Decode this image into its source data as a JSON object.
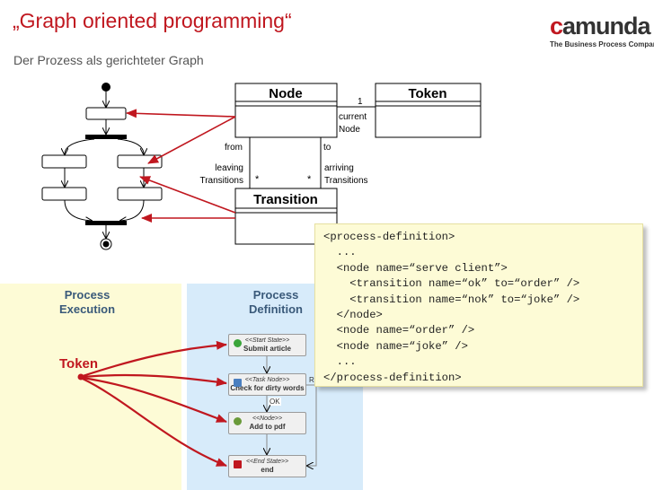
{
  "slide": {
    "title": "„Graph oriented programming“",
    "subtitle": "Der Prozess als gerichteter Graph"
  },
  "logo": {
    "first_letter": "c",
    "rest": "amunda",
    "tagline": "The Business Process Company"
  },
  "uml": {
    "node_class": "Node",
    "token_class": "Token",
    "transition_class": "Transition",
    "from_label": "from",
    "to_label": "to",
    "leaving_label": [
      "leaving",
      "Transitions"
    ],
    "arriving_label": [
      "arriving",
      "Transitions"
    ],
    "star_left": "*",
    "star_right": "*",
    "multiplicity_one": "1",
    "current_node_label": [
      "current",
      "Node"
    ]
  },
  "panels": {
    "execution_label": [
      "Process",
      "Execution"
    ],
    "definition_label": [
      "Process",
      "Definition"
    ],
    "token_label": "Token"
  },
  "workflow": {
    "nodes": [
      {
        "stereotype": "<<Start State>>",
        "name": "Submit article",
        "icon_color": "#3aa53a"
      },
      {
        "stereotype": "<<Task Node>>",
        "name": "Check for dirty words",
        "icon_color": "#4a7fc0"
      },
      {
        "stereotype": "<<Node>>",
        "name": "Add to pdf",
        "icon_color": "#6a9a3a"
      },
      {
        "stereotype": "<<End State>>",
        "name": "end",
        "icon_color": "#c0171f"
      }
    ],
    "ok_label": "OK",
    "re_label": "Re"
  },
  "code": {
    "lines": [
      "<process-definition>",
      "  ...",
      "  <node name=“serve client”>",
      "    <transition name=“ok” to=“order” />",
      "    <transition name=“nok” to=“joke” />",
      "  </node>",
      "  <node name=“order” />",
      "  <node name=“joke” />",
      "  ...",
      "</process-definition>"
    ]
  },
  "colors": {
    "accent_red": "#c0171f",
    "code_bg": "#fdfbd6",
    "execution_bg": "#fdfbd6",
    "definition_bg": "#d7ebfa"
  }
}
